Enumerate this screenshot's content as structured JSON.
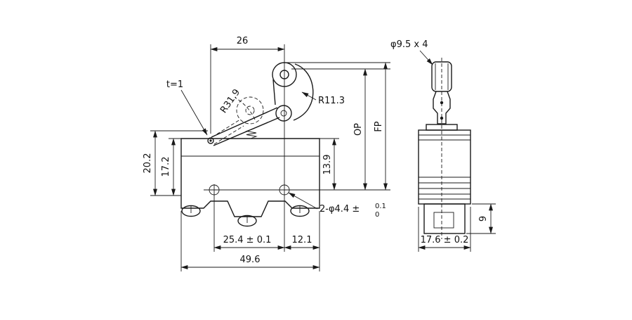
{
  "drawing": {
    "colors": {
      "line": "#1a1a1a",
      "background": "#ffffff"
    },
    "front": {
      "dim_top_width": "26",
      "lever_thickness": "t=1",
      "swing_radius": "R31.9",
      "roller_lever_radius": "R11.3",
      "op_label": "OP",
      "fp_label": "FP",
      "dim_height_outer": "20.2",
      "dim_height_inner": "17.2",
      "dim_hole_from_top": "13.9",
      "hole_callout": "2-φ4.4 ±",
      "hole_tol_upper": "0.1",
      "hole_tol_lower": "0",
      "dim_hole_spacing": "25.4 ± 0.1",
      "dim_hole_to_edge": "12.1",
      "dim_overall_width": "49.6"
    },
    "side": {
      "roller_spec": "φ9.5 x 4",
      "dim_block_height": "9",
      "dim_overall_depth": "17.6 ± 0.2"
    }
  }
}
